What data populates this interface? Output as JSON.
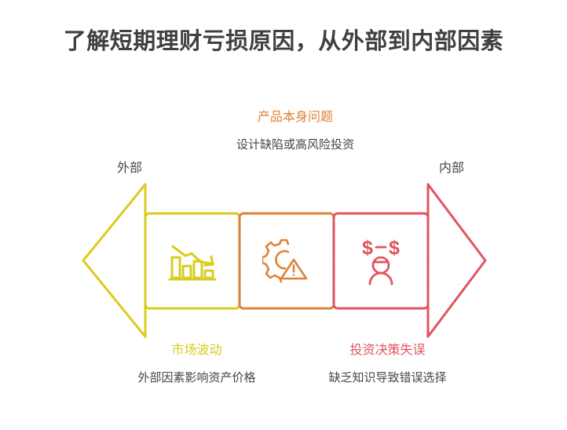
{
  "page": {
    "title": "了解短期理财亏损原因，从外部到内部因素",
    "background_color": "#ffffff",
    "gridline_color": "#fafafa"
  },
  "axis": {
    "left_label": "外部",
    "right_label": "内部"
  },
  "colors": {
    "market_yellow": "#d9cc20",
    "product_orange": "#df8236",
    "decision_red": "#e05560",
    "title_gray": "#404040",
    "body_gray": "#464646"
  },
  "stages": [
    {
      "key": "market",
      "title": "市场波动",
      "description": "外部因素影响资产价格",
      "color": "#d9cc20",
      "icon": "declining-bar-chart-icon",
      "position": "bottom-left"
    },
    {
      "key": "product",
      "title": "产品本身问题",
      "description": "设计缺陷或高风险投资",
      "color": "#df8236",
      "icon": "gear-warning-icon",
      "position": "top-center"
    },
    {
      "key": "decision",
      "title": "投资决策失误",
      "description": "缺乏知识导致错误选择",
      "color": "#e05560",
      "icon": "person-money-loss-icon",
      "position": "bottom-right"
    }
  ]
}
